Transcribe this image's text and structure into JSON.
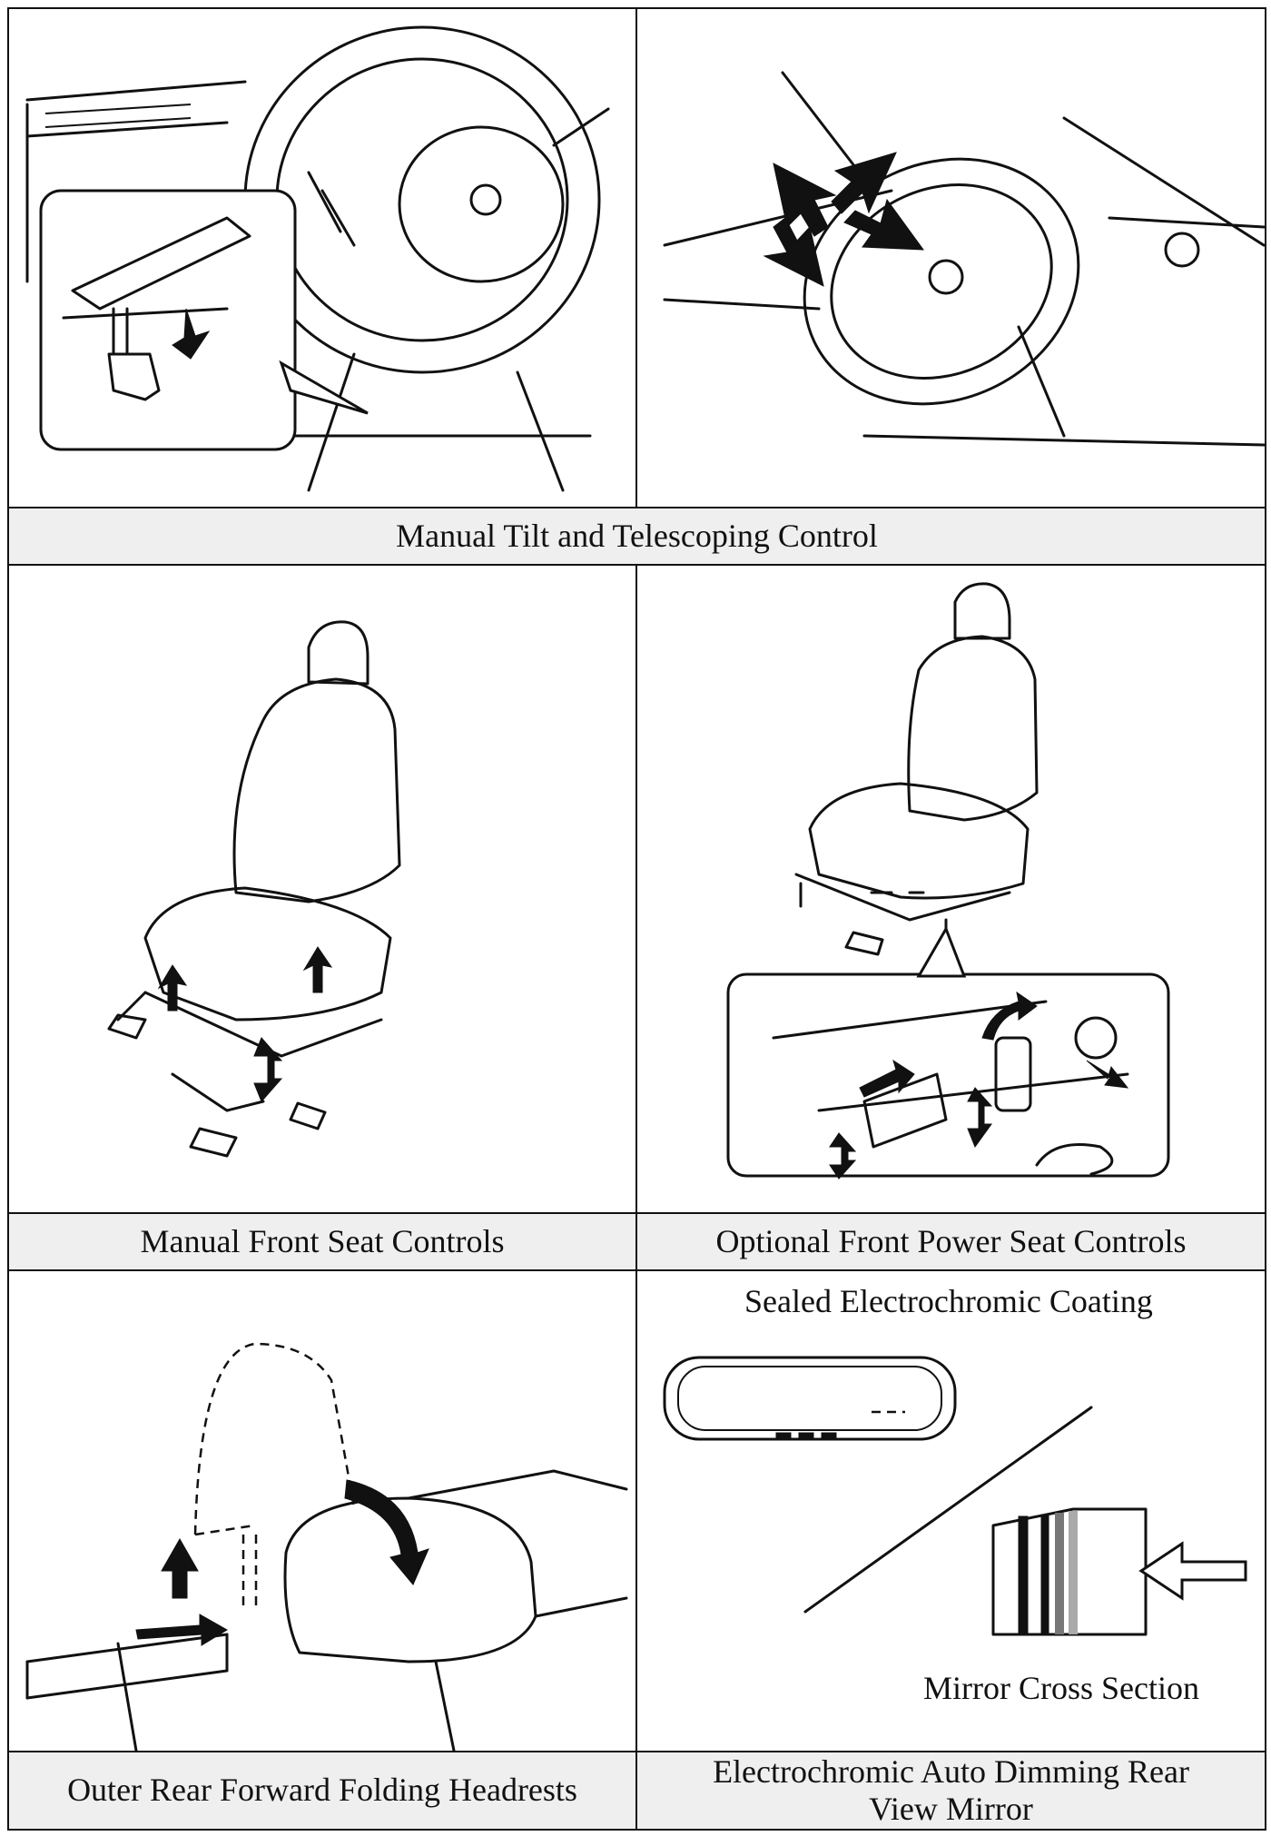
{
  "document": {
    "captions": {
      "steering": "Manual Tilt and Telescoping Control",
      "manual_seat": "Manual Front Seat Controls",
      "power_seat": "Optional Front Power Seat Controls",
      "headrest": "Outer Rear Forward Folding Headrests",
      "mirror": "Electrochromic Auto Dimming Rear View Mirror"
    },
    "labels": {
      "coating": "Sealed Electrochromic Coating",
      "cross_section": "Mirror Cross Section"
    }
  }
}
